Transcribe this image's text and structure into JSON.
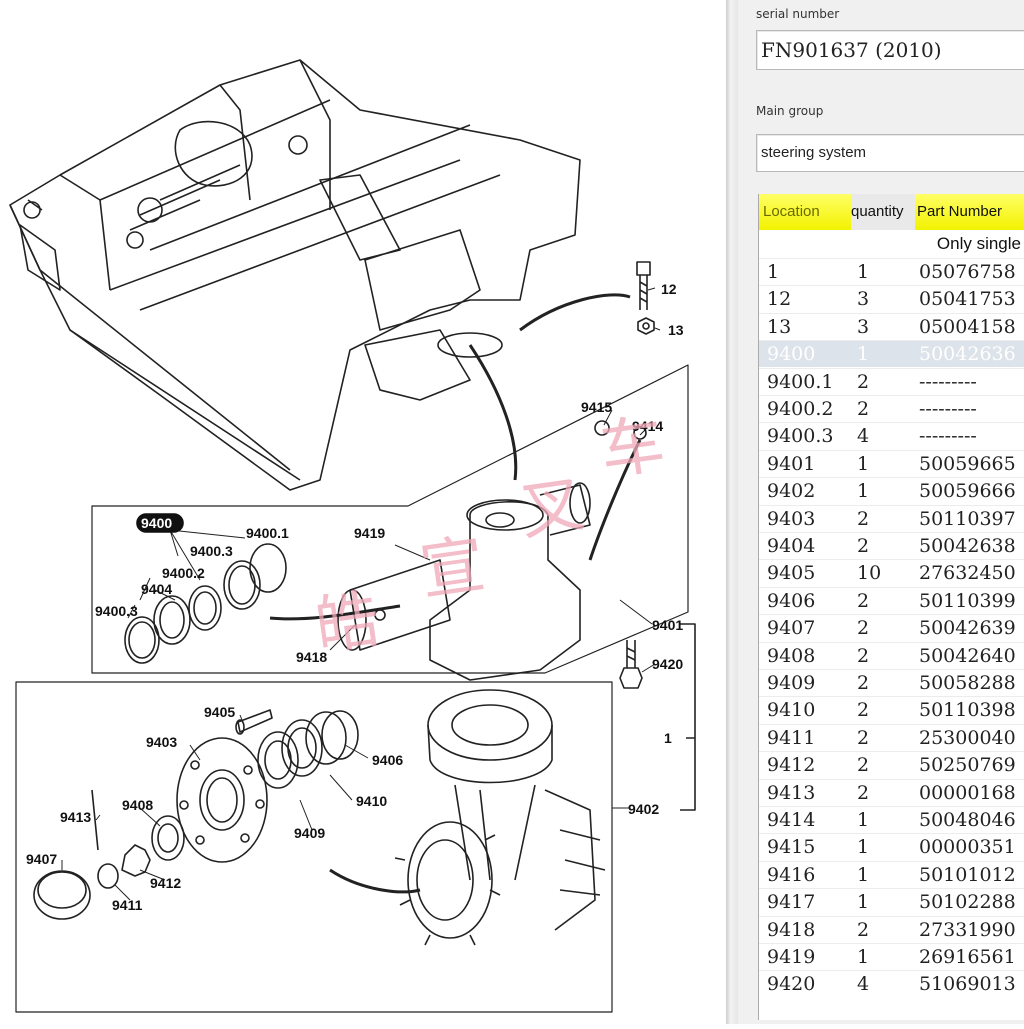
{
  "diagram": {
    "callouts": [
      "12",
      "13",
      "9415",
      "9414",
      "9400",
      "9400.1",
      "9400.3",
      "9400.2",
      "9404",
      "9400.3",
      "9419",
      "9418",
      "9401",
      "9420",
      "1",
      "9405",
      "9403",
      "9406",
      "9410",
      "9409",
      "9408",
      "9413",
      "9412",
      "9411",
      "9407",
      "9402"
    ],
    "watermark": [
      "皓",
      "宣",
      "叉",
      "车"
    ]
  },
  "panel": {
    "serial_label": "serial number",
    "serial_value": "FN901637  (2010)",
    "group_label": "Main group",
    "group_value": "steering system",
    "headers": {
      "location": "Location",
      "quantity": "quantity",
      "part_number": "Part Number"
    },
    "only_single": "Only single",
    "rows": [
      {
        "loc": "1",
        "qty": "1",
        "pn": "05076758"
      },
      {
        "loc": "12",
        "qty": "3",
        "pn": "05041753"
      },
      {
        "loc": "13",
        "qty": "3",
        "pn": "05004158"
      },
      {
        "loc": "9400",
        "qty": "1",
        "pn": "50042636",
        "selected": true
      },
      {
        "loc": "9400.1",
        "qty": "2",
        "pn": "---------"
      },
      {
        "loc": "9400.2",
        "qty": "2",
        "pn": "---------"
      },
      {
        "loc": "9400.3",
        "qty": "4",
        "pn": "---------"
      },
      {
        "loc": "9401",
        "qty": "1",
        "pn": "50059665"
      },
      {
        "loc": "9402",
        "qty": "1",
        "pn": "50059666"
      },
      {
        "loc": "9403",
        "qty": "2",
        "pn": "50110397"
      },
      {
        "loc": "9404",
        "qty": "2",
        "pn": "50042638"
      },
      {
        "loc": "9405",
        "qty": "10",
        "pn": "27632450"
      },
      {
        "loc": "9406",
        "qty": "2",
        "pn": "50110399"
      },
      {
        "loc": "9407",
        "qty": "2",
        "pn": "50042639"
      },
      {
        "loc": "9408",
        "qty": "2",
        "pn": "50042640"
      },
      {
        "loc": "9409",
        "qty": "2",
        "pn": "50058288"
      },
      {
        "loc": "9410",
        "qty": "2",
        "pn": "50110398"
      },
      {
        "loc": "9411",
        "qty": "2",
        "pn": "25300040"
      },
      {
        "loc": "9412",
        "qty": "2",
        "pn": "50250769"
      },
      {
        "loc": "9413",
        "qty": "2",
        "pn": "00000168"
      },
      {
        "loc": "9414",
        "qty": "1",
        "pn": "50048046"
      },
      {
        "loc": "9415",
        "qty": "1",
        "pn": "00000351"
      },
      {
        "loc": "9416",
        "qty": "1",
        "pn": "50101012"
      },
      {
        "loc": "9417",
        "qty": "1",
        "pn": "50102288"
      },
      {
        "loc": "9418",
        "qty": "2",
        "pn": "27331990"
      },
      {
        "loc": "9419",
        "qty": "1",
        "pn": "26916561"
      },
      {
        "loc": "9420",
        "qty": "4",
        "pn": "51069013"
      }
    ]
  }
}
